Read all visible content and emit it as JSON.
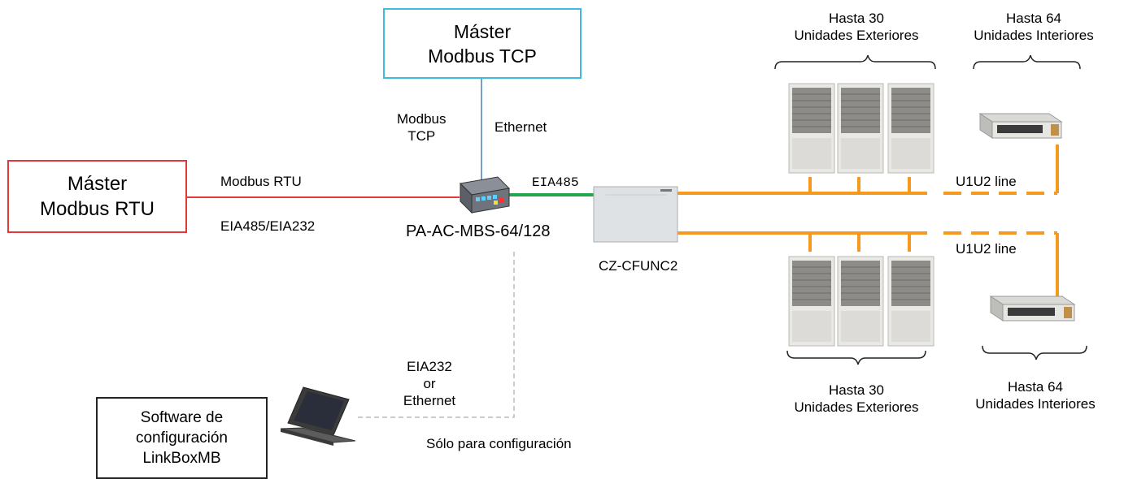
{
  "master_tcp": {
    "line1": "Máster",
    "line2": "Modbus TCP"
  },
  "master_rtu": {
    "line1": "Máster",
    "line2": "Modbus RTU"
  },
  "software": {
    "line1": "Software de",
    "line2": "configuración",
    "line3": "LinkBoxMB"
  },
  "links": {
    "modbus_tcp_line1": "Modbus",
    "modbus_tcp_line2": "TCP",
    "ethernet": "Ethernet",
    "modbus_rtu": "Modbus RTU",
    "eia485_eia232": "EIA485/EIA232",
    "eia485": "EIA485",
    "config_line1": "EIA232",
    "config_line2": "or",
    "config_line3": "Ethernet",
    "config_only": "Sólo para configuración",
    "u1u2_top": "U1U2 line",
    "u1u2_bottom": "U1U2 line"
  },
  "devices": {
    "gateway": "PA-AC-MBS-64/128",
    "interface": "CZ-CFUNC2"
  },
  "outdoor_top": {
    "line1": "Hasta 30",
    "line2": "Unidades Exteriores"
  },
  "indoor_top": {
    "line1": "Hasta 64",
    "line2": "Unidades Interiores"
  },
  "outdoor_bottom": {
    "line1": "Hasta 30",
    "line2": "Unidades Exteriores"
  },
  "indoor_bottom": {
    "line1": "Hasta 64",
    "line2": "Unidades Interiores"
  },
  "colors": {
    "rtu": "#e23a3a",
    "tcp": "#3bbbe0",
    "ethernet_line": "#4a7fb5",
    "eia485": "#22a84a",
    "u1u2": "#f59a1e",
    "config": "#bbbbbb"
  }
}
